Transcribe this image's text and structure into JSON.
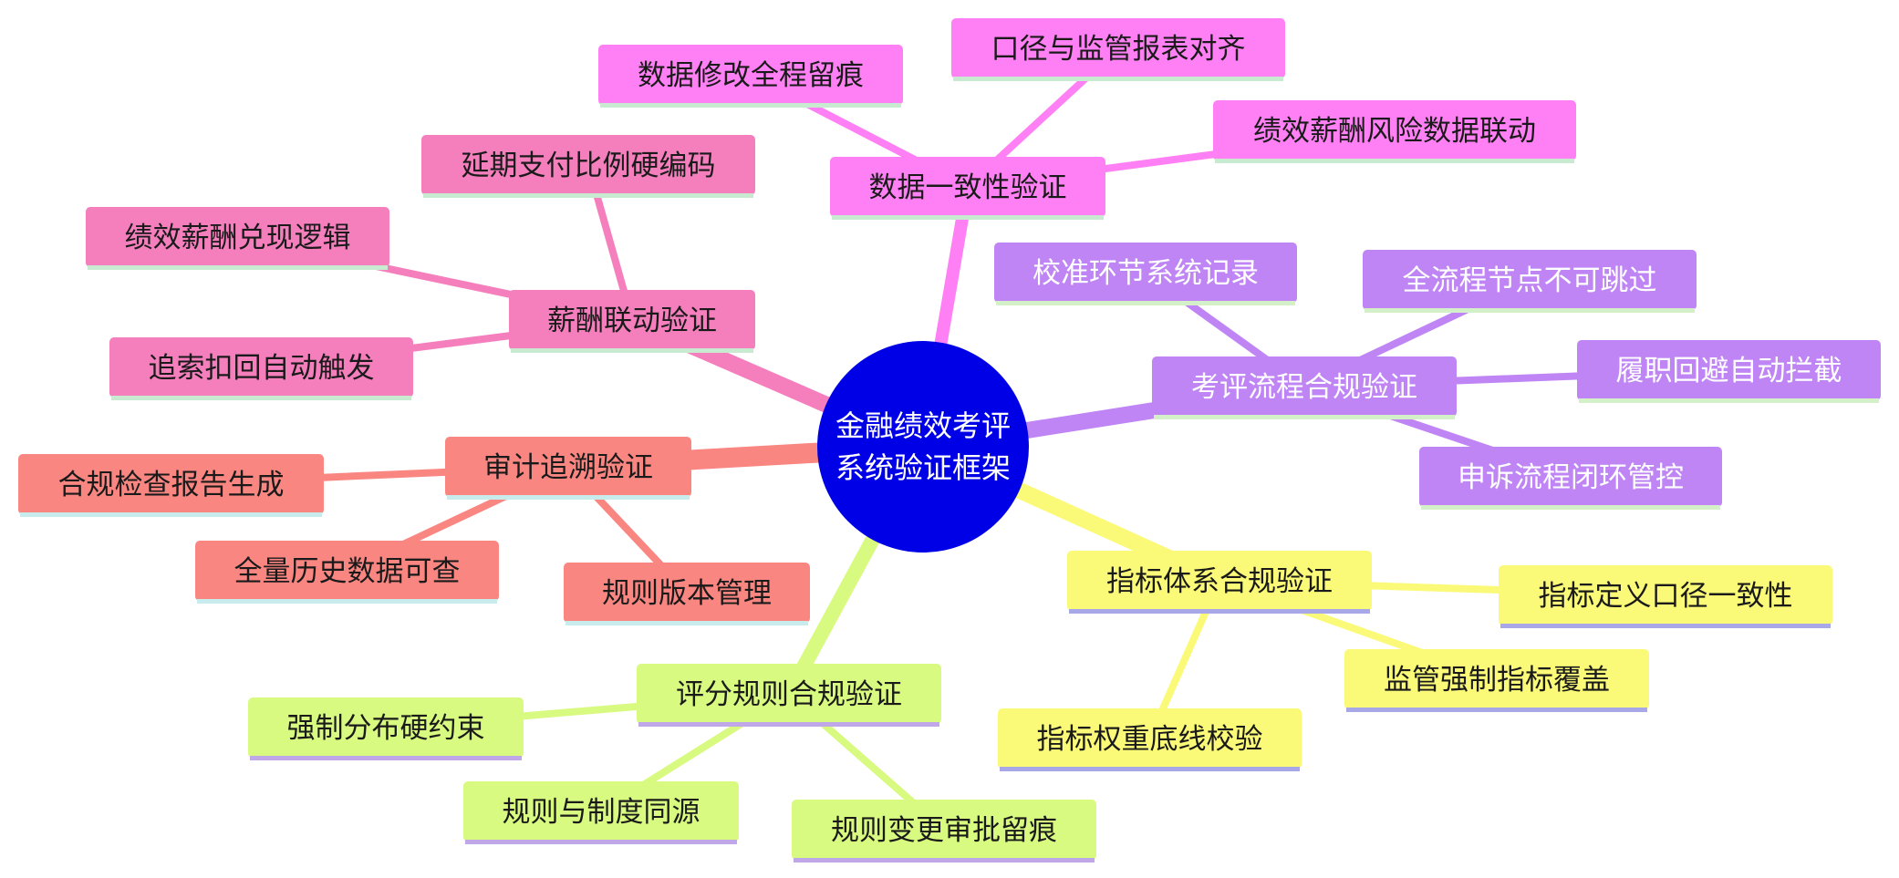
{
  "root": {
    "label_line1": "金融绩效考评",
    "label_line2": "系统验证框架",
    "color": "#0000e6"
  },
  "branches": [
    {
      "id": "data-consistency",
      "label": "数据一致性验证",
      "color": "#ff80f4",
      "text_color": "#1a1a1a",
      "underline": "#c8ead0",
      "children": [
        "口径与监管报表对齐",
        "数据修改全程留痕",
        "绩效薪酬风险数据联动"
      ]
    },
    {
      "id": "pay-linkage",
      "label": "薪酬联动验证",
      "color": "#f57fbd",
      "text_color": "#1a1a1a",
      "underline": "#c8ead0",
      "children": [
        "延期支付比例硬编码",
        "绩效薪酬兑现逻辑",
        "追索扣回自动触发"
      ]
    },
    {
      "id": "process-compliance",
      "label": "考评流程合规验证",
      "color": "#bf85f5",
      "text_color": "#ffffff",
      "underline": "#d4f0c8",
      "children": [
        "校准环节系统记录",
        "全流程节点不可跳过",
        "履职回避自动拦截",
        "申诉流程闭环管控"
      ]
    },
    {
      "id": "audit-trace",
      "label": "审计追溯验证",
      "color": "#fa8682",
      "text_color": "#1a1a1a",
      "underline": "#c8ecec",
      "children": [
        "合规检查报告生成",
        "全量历史数据可查",
        "规则版本管理"
      ]
    },
    {
      "id": "indicator-system",
      "label": "指标体系合规验证",
      "color": "#fafa78",
      "text_color": "#1a1a1a",
      "underline": "#a8a8e8",
      "children": [
        "指标定义口径一致性",
        "监管强制指标覆盖",
        "指标权重底线校验"
      ]
    },
    {
      "id": "scoring-rules",
      "label": "评分规则合规验证",
      "color": "#d8fa80",
      "text_color": "#1a1a1a",
      "underline": "#c0a8e8",
      "children": [
        "强制分布硬约束",
        "规则与制度同源",
        "规则变更审批留痕"
      ]
    }
  ]
}
